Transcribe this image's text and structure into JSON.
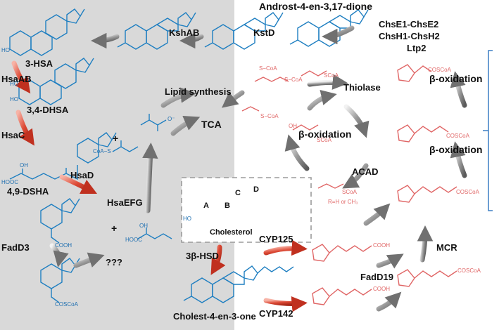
{
  "colors": {
    "left_panel": "#d9d9d9",
    "blue_structure": "#1f7fc1",
    "red_structure": "#e06666",
    "red_arrow": "#cc3a2a",
    "grey_arrow": "#8a8a8a",
    "bracket": "#3d7fc4"
  },
  "compounds": {
    "three_hsa": "3-HSA",
    "dhsa": "3,4-DHSA",
    "dsha": "4,9-DSHA",
    "androstenedione": "Androst-4-en-3,17-dione",
    "cholesterol": "Cholesterol",
    "cholestenone": "Cholest-4-en-3-one",
    "unknown": "???",
    "tca": "TCA",
    "lipid_synthesis": "Lipid synthesis",
    "plus": "+"
  },
  "enzymes": {
    "hsaab": "HsaAB",
    "hsac": "HsaC",
    "hsad": "HsaD",
    "hsaefg": "HsaEFG",
    "fadd3": "FadD3",
    "kshab": "KshAB",
    "kstd": "KstD",
    "hsd": "3β-HSD",
    "cyp125": "CYP125",
    "cyp142": "CYP142",
    "fadd19": "FadD19",
    "mcr": "MCR",
    "thiolase": "Thiolase",
    "acad": "ACAD",
    "chse_line1": "ChsE1-ChsE2",
    "chse_line2": "ChsH1-ChsH2",
    "ltp2": "Ltp2"
  },
  "processes": {
    "beta_ox_cycle": "β-oxidation",
    "beta_ox_right_1": "β-oxidation",
    "beta_ox_right_2": "β-oxidation"
  },
  "structure_labels": {
    "ring_a": "A",
    "ring_b": "B",
    "ring_c": "C",
    "ring_d": "D",
    "r_group": "R=H or CH₃",
    "scoa": "SCoA",
    "s_coa": "S−CoA",
    "cosco_a": "COSCoA",
    "cooh": "COOH",
    "hooc": "HOOC",
    "oh": "OH",
    "ho": "HO",
    "coa_s": "CoA−S",
    "carboxylate": "O⁻"
  }
}
